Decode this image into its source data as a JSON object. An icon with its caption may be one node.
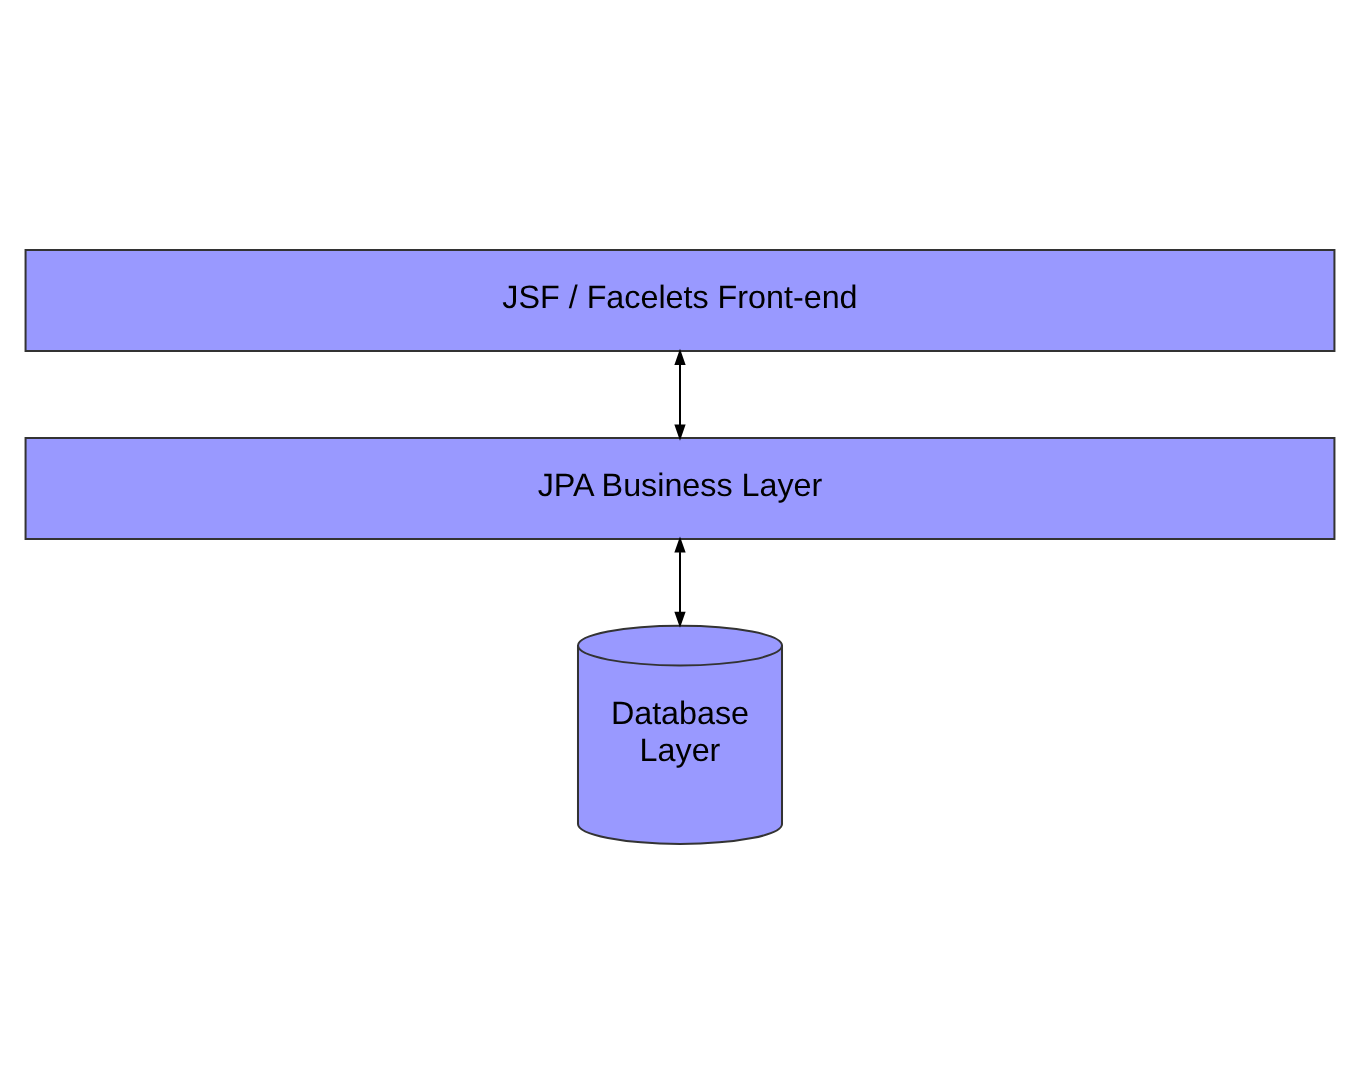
{
  "diagram": {
    "nodes": [
      {
        "text": [
          "JSF / Facelets Front-end"
        ]
      },
      {
        "text": [
          "JPA Business Layer"
        ]
      },
      {
        "text": [
          "Database Layer"
        ]
      }
    ],
    "edges": [
      {
        "from": 0,
        "to": 1,
        "arrow": "both"
      },
      {
        "from": 1,
        "to": 2,
        "arrow": "both"
      }
    ]
  }
}
